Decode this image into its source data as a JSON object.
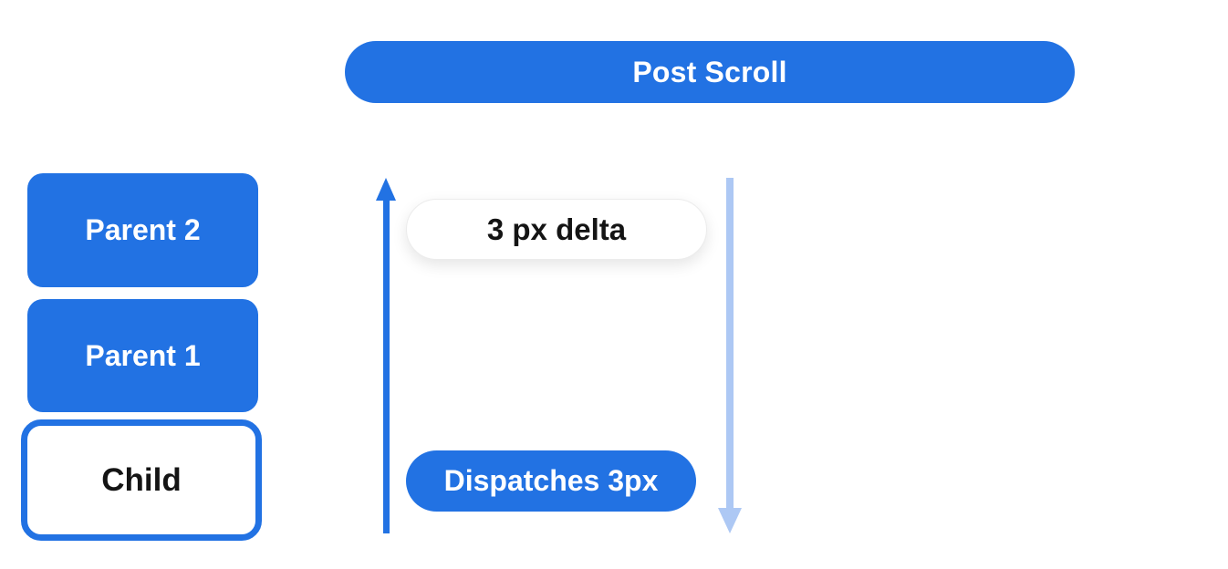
{
  "colors": {
    "primary_blue": "#2272E3",
    "light_blue": "#ADC8F4",
    "pill_border": "#ECECEC",
    "text_black": "#141414",
    "text_white": "#FFFFFF",
    "background": "#FFFFFF"
  },
  "banner": {
    "label": "Post Scroll"
  },
  "stack": {
    "parent2_label": "Parent 2",
    "parent1_label": "Parent 1",
    "child_label": "Child"
  },
  "flow": {
    "delta_label": "3 px delta",
    "dispatch_label": "Dispatches 3px"
  },
  "icons": {
    "up_arrow": "arrow-up (solid blue, pointing up)",
    "down_arrow": "arrow-down (light blue, pointing down)"
  }
}
